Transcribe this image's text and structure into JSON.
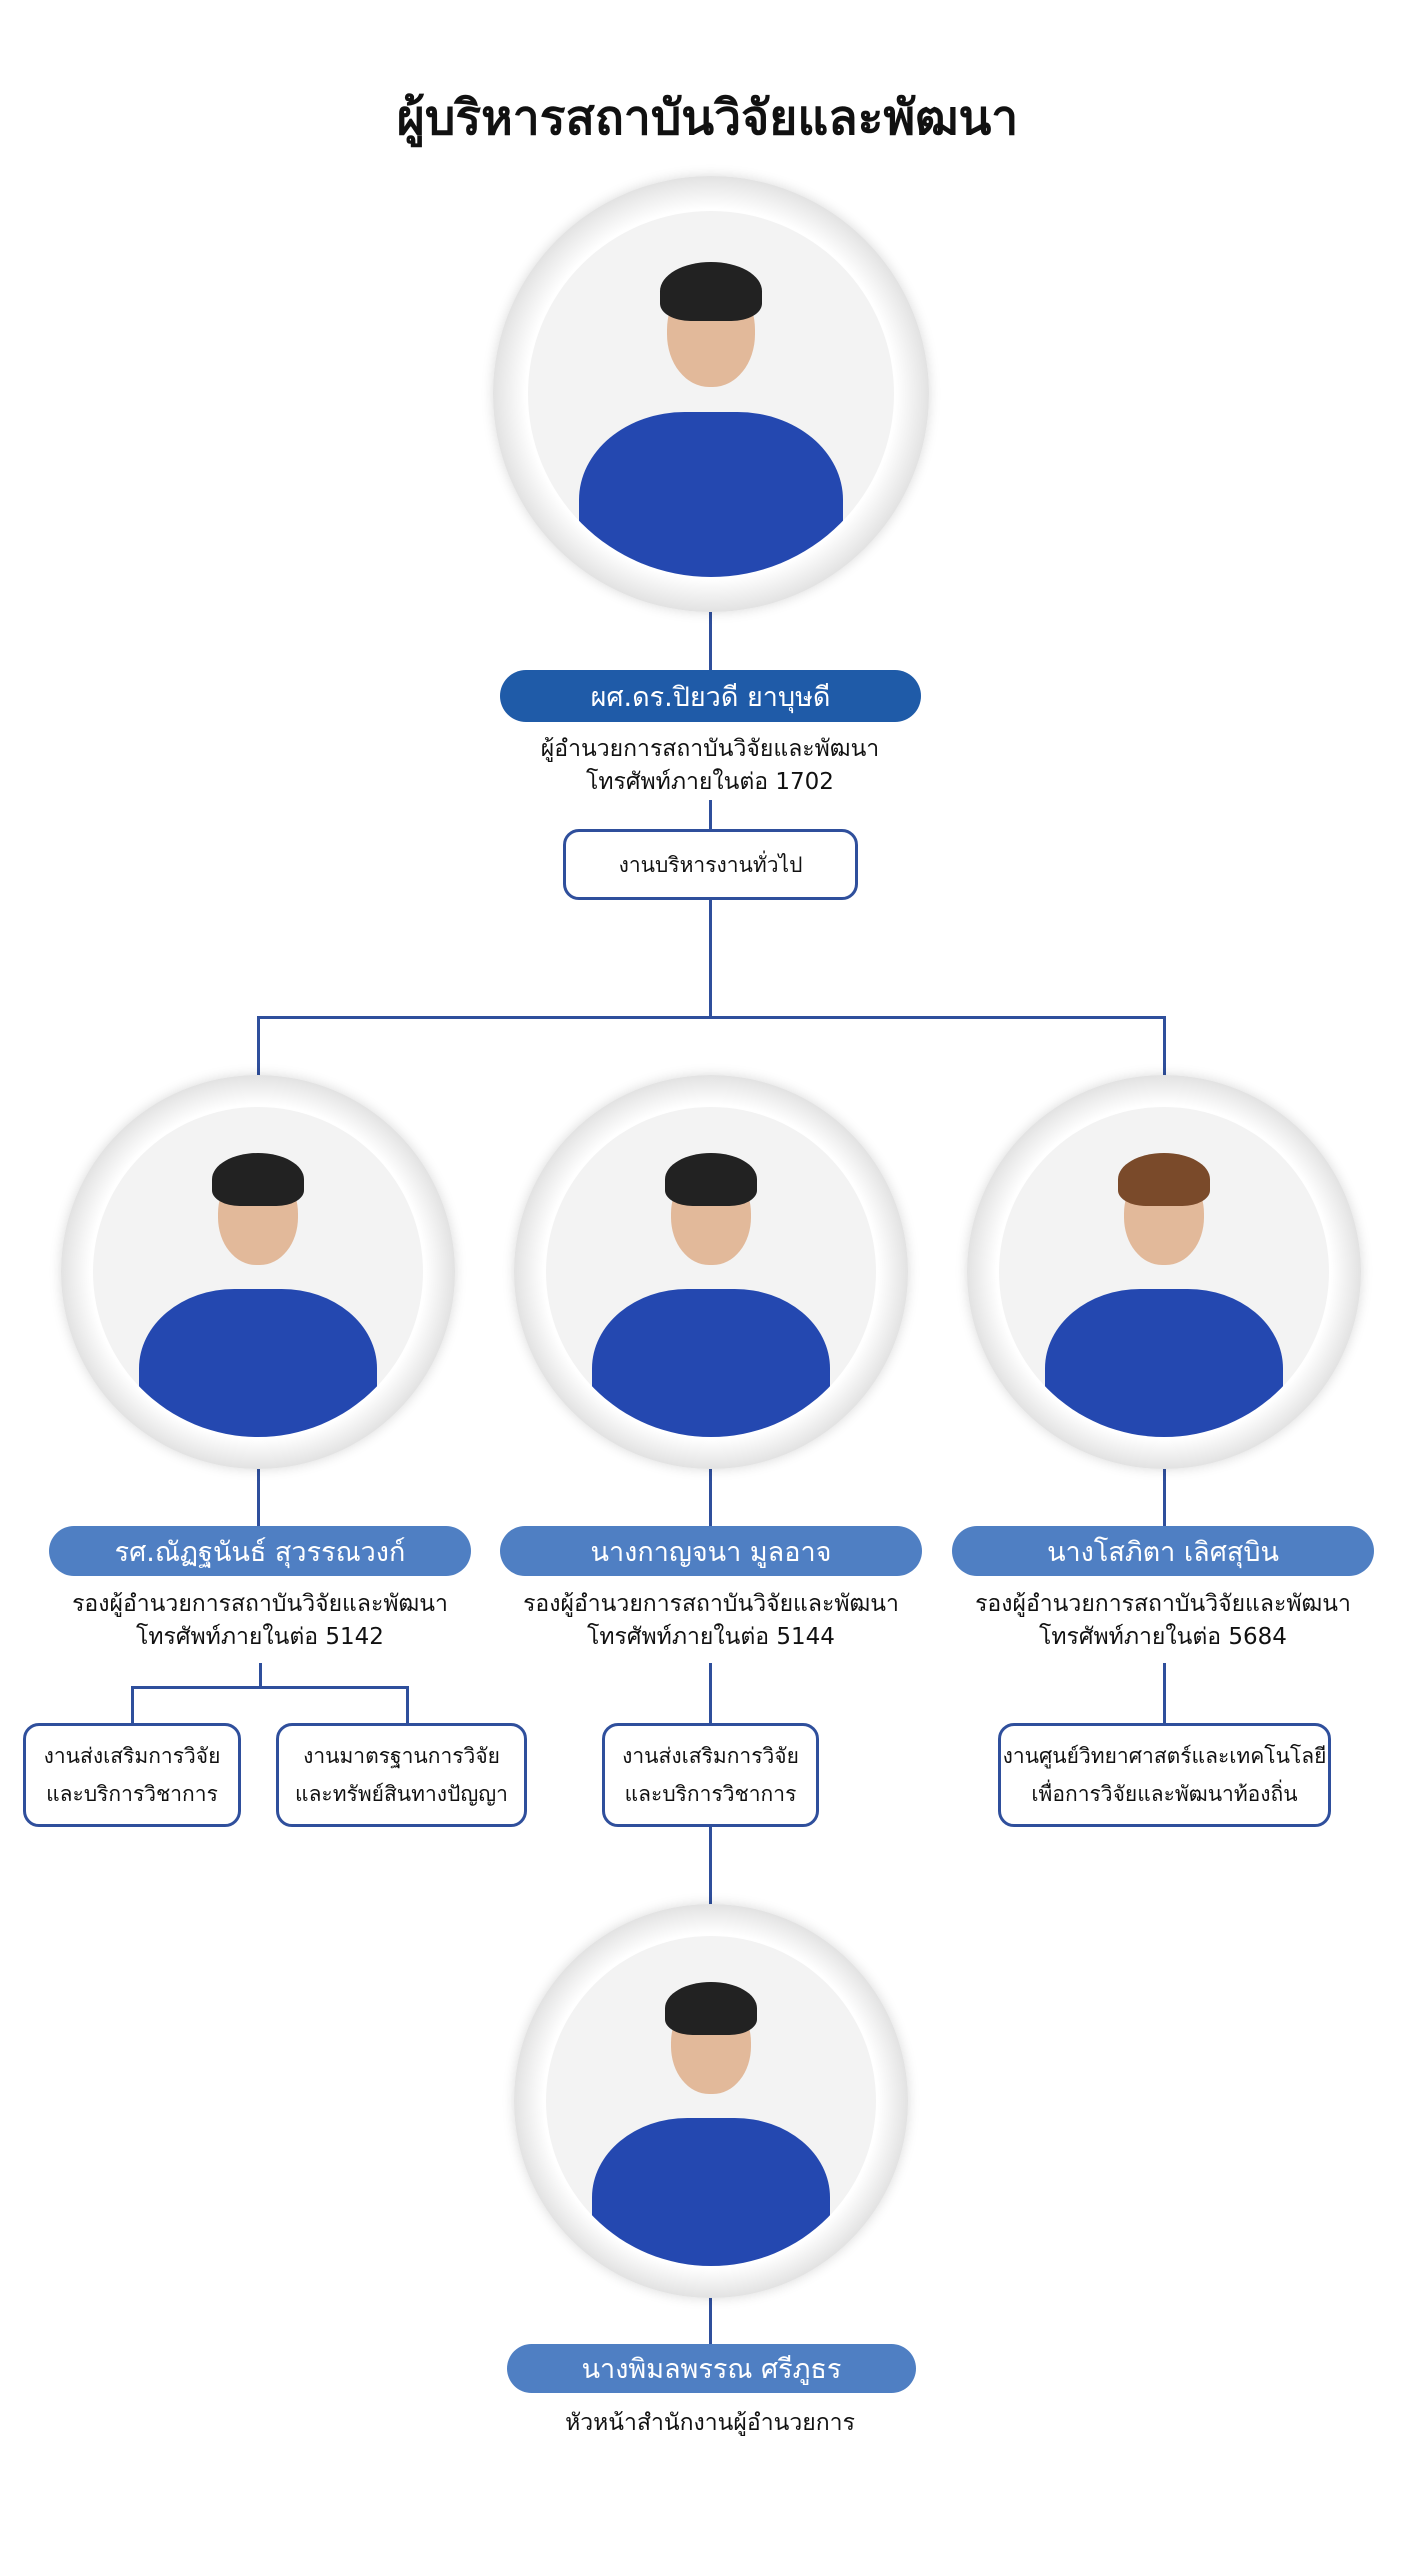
{
  "title": "ผู้บริหารสถาบันวิจัยและพัฒนา",
  "director": {
    "name": "ผศ.ดร.ปิยวดี ยาบุษดี",
    "position": "ผู้อำนวยการสถาบันวิจัยและพัฒนา",
    "phone": "โทรศัพท์ภายในต่อ 1702",
    "unit": "งานบริหารงานทั่วไป"
  },
  "deputies": [
    {
      "name": "รศ.ณัฏฐนันธ์ สุวรรณวงก์",
      "position": "รองผู้อำนวยการสถาบันวิจัยและพัฒนา",
      "phone": "โทรศัพท์ภายในต่อ 5142",
      "units": [
        [
          "งานส่งเสริมการวิจัย",
          "และบริการวิชาการ"
        ],
        [
          "งานมาตรฐานการวิจัย",
          "และทรัพย์สินทางปัญญา"
        ]
      ]
    },
    {
      "name": "นางกาญจนา  มูลอาจ",
      "position": "รองผู้อำนวยการสถาบันวิจัยและพัฒนา",
      "phone": "โทรศัพท์ภายในต่อ 5144",
      "units": [
        [
          "งานส่งเสริมการวิจัย",
          "และบริการวิชาการ"
        ]
      ]
    },
    {
      "name": "นางโสภิตา  เลิศสุบิน",
      "position": "รองผู้อำนวยการสถาบันวิจัยและพัฒนา",
      "phone": "โทรศัพท์ภายในต่อ 5684",
      "units": [
        [
          "งานศูนย์วิทยาศาสตร์และเทคโนโลยี",
          "เพื่อการวิจัยและพัฒนาท้องถิ่น"
        ]
      ]
    }
  ],
  "office_head": {
    "name": "นางพิมลพรรณ  ศรีภูธร",
    "position": "หัวหน้าสำนักงานผู้อำนวยการ"
  }
}
